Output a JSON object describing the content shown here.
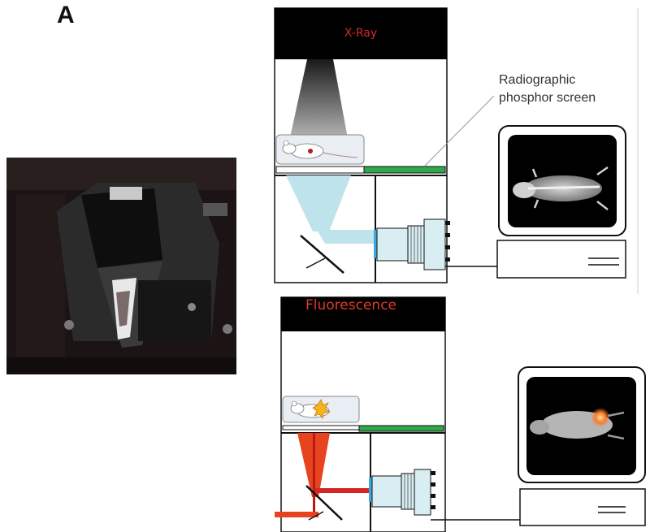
{
  "panel_letter": "A",
  "xray_label": "X-Ray",
  "fluorescence_label": "Fluorescence",
  "screen_label_line1": "Radiographic",
  "screen_label_line2": "phosphor screen",
  "colors": {
    "phosphor_screen": "#2fa84a",
    "xray_beam": "#bfe3ea",
    "excitation_light": "#e8431f",
    "label_red": "#d42828"
  }
}
